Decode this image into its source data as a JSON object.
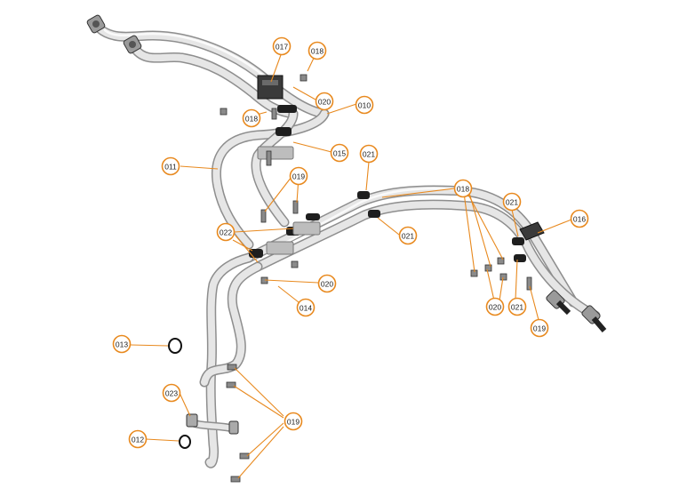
{
  "diagram": {
    "callouts": [
      {
        "id": "c017",
        "label": "017"
      },
      {
        "id": "c018a",
        "label": "018"
      },
      {
        "id": "c020a",
        "label": "020"
      },
      {
        "id": "c018b",
        "label": "018"
      },
      {
        "id": "c010",
        "label": "010"
      },
      {
        "id": "c015",
        "label": "015"
      },
      {
        "id": "c021a",
        "label": "021"
      },
      {
        "id": "c011",
        "label": "011"
      },
      {
        "id": "c019a",
        "label": "019"
      },
      {
        "id": "c018c",
        "label": "018"
      },
      {
        "id": "c021b",
        "label": "021"
      },
      {
        "id": "c016",
        "label": "016"
      },
      {
        "id": "c022",
        "label": "022"
      },
      {
        "id": "c021c",
        "label": "021"
      },
      {
        "id": "c020b",
        "label": "020"
      },
      {
        "id": "c014",
        "label": "014"
      },
      {
        "id": "c020c",
        "label": "020"
      },
      {
        "id": "c021d",
        "label": "021"
      },
      {
        "id": "c019b",
        "label": "019"
      },
      {
        "id": "c013",
        "label": "013"
      },
      {
        "id": "c023",
        "label": "023"
      },
      {
        "id": "c019c",
        "label": "019"
      },
      {
        "id": "c012",
        "label": "012"
      }
    ],
    "colors": {
      "callout": "#e8891e",
      "tube": "#d9d9d9",
      "clamp": "#1e1e1e"
    }
  }
}
